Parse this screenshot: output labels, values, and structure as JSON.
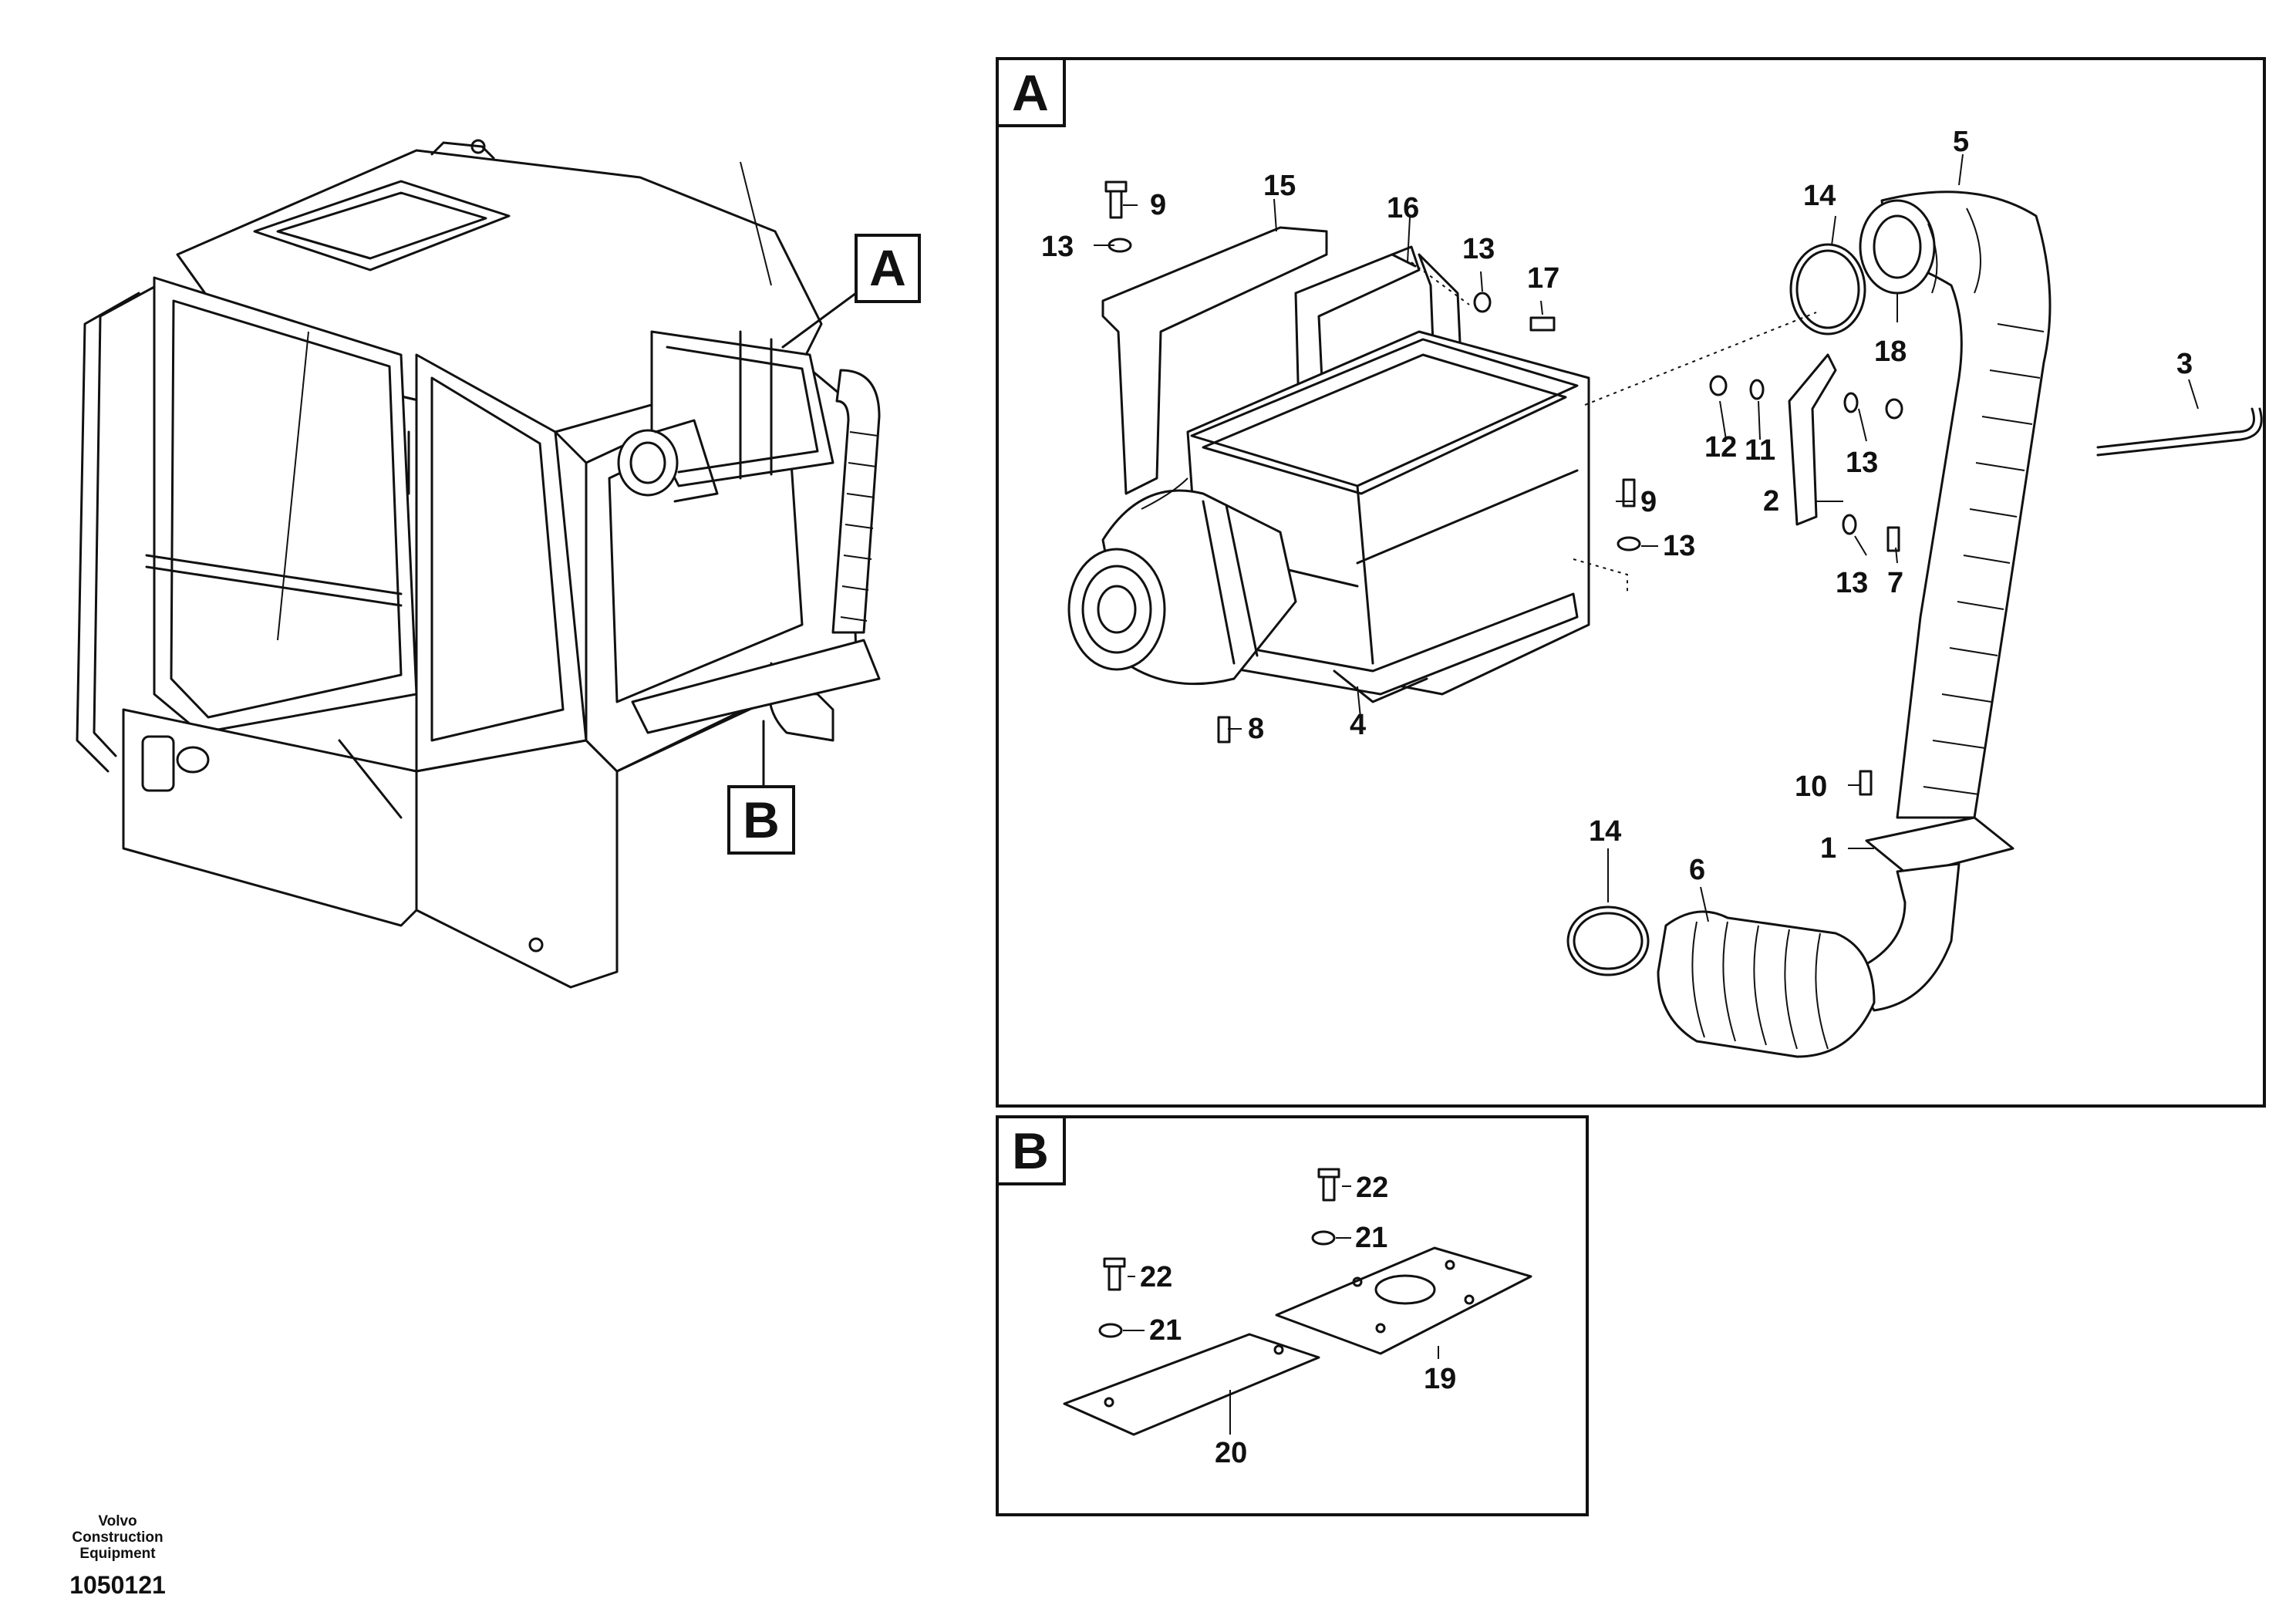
{
  "views": {
    "a": {
      "letter": "A"
    },
    "b": {
      "letter": "B"
    }
  },
  "callouts": {
    "main_a": "A",
    "main_b": "B"
  },
  "parts_a": {
    "p1": "1",
    "p2": "2",
    "p3": "3",
    "p4": "4",
    "p5": "5",
    "p6": "6",
    "p7": "7",
    "p8": "8",
    "p9a": "9",
    "p9b": "9",
    "p10": "10",
    "p11": "11",
    "p12": "12",
    "p13a": "13",
    "p13b": "13",
    "p13c": "13",
    "p13d": "13",
    "p13e": "13",
    "p14a": "14",
    "p14b": "14",
    "p15": "15",
    "p16": "16",
    "p17": "17",
    "p18": "18"
  },
  "parts_b": {
    "p19": "19",
    "p20": "20",
    "p21a": "21",
    "p21b": "21",
    "p22a": "22",
    "p22b": "22"
  },
  "footer": {
    "company_line1": "Volvo Construction",
    "company_line2": "Equipment",
    "drawing_number": "1050121"
  }
}
